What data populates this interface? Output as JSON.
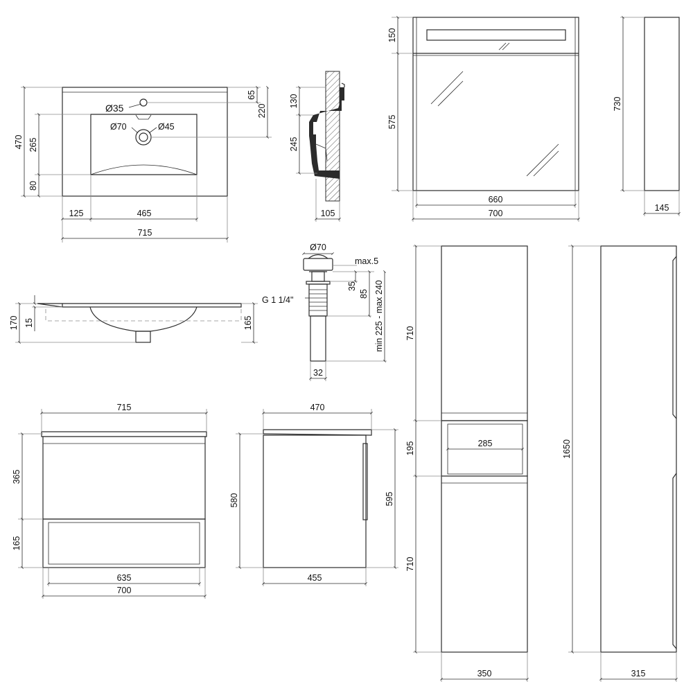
{
  "basin_top": {
    "overall_width": "715",
    "depth": "470",
    "front_margin": "125",
    "bowl_width": "465",
    "tap_hole_diameter": "Ø35",
    "drain_diameter": "Ø70",
    "drain_inner_diameter": "Ø45",
    "back_to_tap": "65",
    "back_to_bowl_center": "220",
    "bowl_depth": "265",
    "front_to_bowl": "80"
  },
  "basin_section": {
    "back_rim": "130",
    "bowl_drop": "245",
    "overhang": "105"
  },
  "basin_front": {
    "overall_height": "170",
    "rim": "15",
    "body_height": "165"
  },
  "drain_fitting": {
    "cap_diameter": "Ø70",
    "cap_gap": "max.5",
    "thread": "G 1 1/4\"",
    "thread_length": "35",
    "body_length": "85",
    "total_range": "min 225 - max 240",
    "pipe_diameter": "32"
  },
  "mirror_cabinet": {
    "light_height": "150",
    "mirror_height": "575",
    "inner_width": "660",
    "overall_width": "700",
    "overall_height": "730",
    "depth": "145"
  },
  "vanity_front": {
    "top_width": "715",
    "drawer_height": "365",
    "shelf_height": "165",
    "shelf_width": "635",
    "overall_width": "700"
  },
  "vanity_side": {
    "top_depth": "470",
    "body_height": "580",
    "overall_height": "595",
    "depth": "455"
  },
  "tall_cabinet_front": {
    "upper_door_height": "710",
    "niche_height": "195",
    "niche_width": "285",
    "lower_door_height": "710",
    "width": "350"
  },
  "tall_cabinet_side": {
    "height": "1650",
    "depth": "315"
  }
}
